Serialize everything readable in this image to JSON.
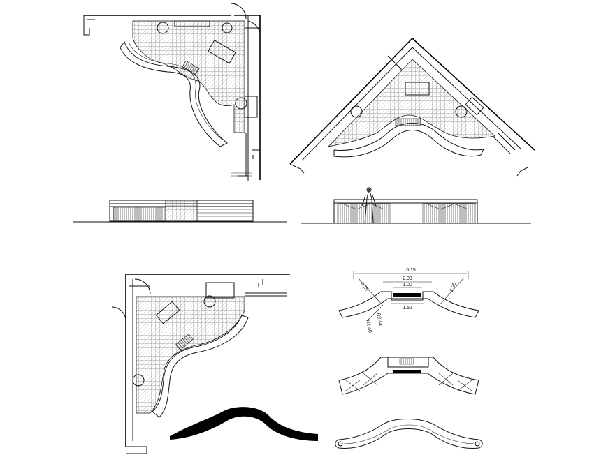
{
  "colors": {
    "ink": "#111111",
    "background": "#ffffff",
    "hatch": "#555555"
  },
  "dimensions": {
    "overall_width": "6.15",
    "inner_width": "2.03",
    "desk_width": "1.00",
    "base_width": "1.62",
    "left_side": "2.25",
    "right_side": "2.25",
    "radius_a": "R2.44",
    "radius_b": "R2.40"
  }
}
